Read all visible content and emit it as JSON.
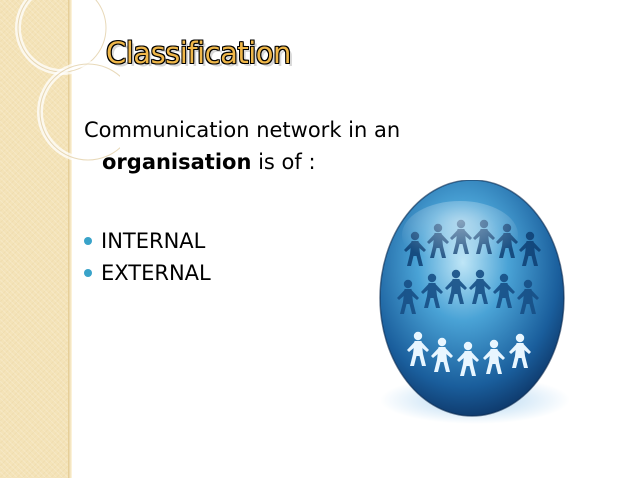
{
  "slide": {
    "title": "Classification",
    "body": {
      "line1": "Communication network in an",
      "line2_bold": "organisation",
      "line2_rest": " is of :"
    },
    "bullets": [
      {
        "label": "INTERNAL"
      },
      {
        "label": "EXTERNAL"
      }
    ]
  },
  "colors": {
    "title": "#efb74a",
    "side_band": "#f4e3b8",
    "bullet": "#39a3c9",
    "orb": "#1f6fb0"
  },
  "icons": {
    "orb": "people-globe-icon"
  }
}
